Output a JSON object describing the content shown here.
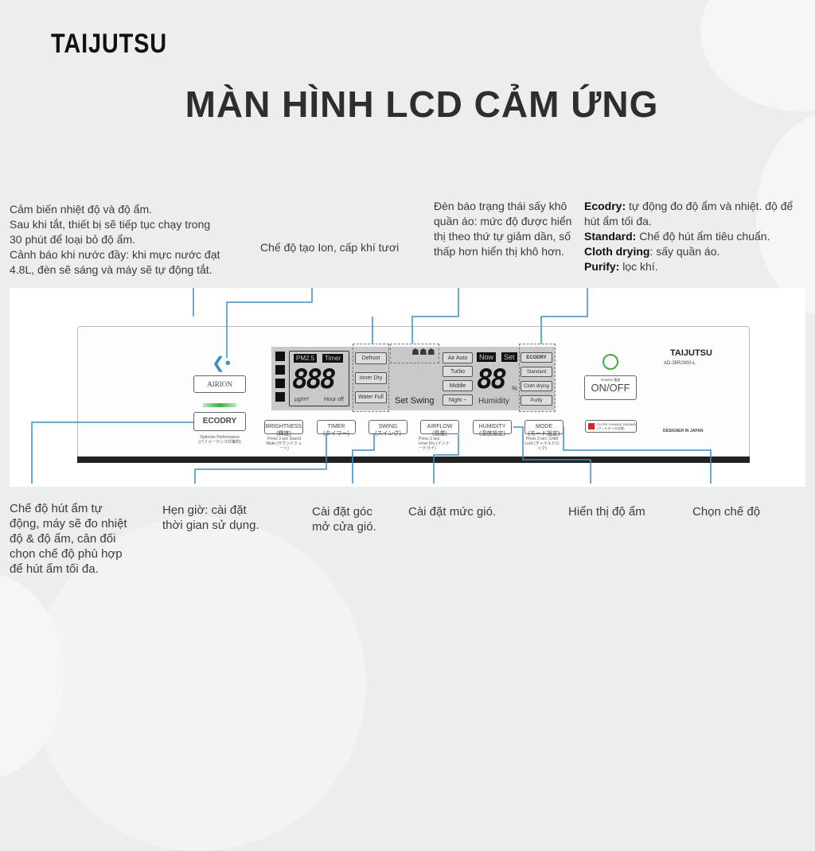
{
  "brand": "TAIJUTSU",
  "title": "MÀN HÌNH LCD CẢM ỨNG",
  "notes_top": {
    "sensor": [
      "Cảm biến nhiệt độ và độ ẩm.",
      "Sau khi tắt, thiết bị sẽ tiếp tục chạy trong",
      "30 phút để loại bỏ độ ẩm.",
      "Cảnh báo khi nước đầy: khi mực nước đạt",
      "4.8L, đèn sẽ sáng và máy sẽ tự động tắt."
    ],
    "ion": "Chế độ tạo Ion, cấp khí tươi",
    "cloth": "Đèn báo trạng thái sấy khô quần áo: mức độ được hiển thị theo thứ tự giảm dần, số thấp hơn hiển thị khô hơn.",
    "modes": [
      {
        "k": "Ecodry:",
        "v": " tự động đo độ ẩm và nhiệt. độ để hút ẩm tối đa."
      },
      {
        "k": "Standard:",
        "v": " Chế độ hút ẩm tiêu chuẩn."
      },
      {
        "k": "Cloth drying",
        "v": ": sấy quần áo."
      },
      {
        "k": "Purify:",
        "v": " lọc khí."
      }
    ]
  },
  "notes_bottom": {
    "ecodry": "Chế độ hút ẩm tự động, máy sẽ đo nhiệt độ & độ ẩm, cân đối chọn chế độ phù hợp để hút ẩm tối đa.",
    "timer": "Hẹn giờ: cài đặt thời gian sử dụng.",
    "swing": "Cài đặt góc mở cửa gió.",
    "airflow": "Cài đặt mức gió.",
    "humidity": "Hiển thị độ ẩm",
    "mode": "Chọn chế độ"
  },
  "device": {
    "airion": "AIRION",
    "ecodry": "ECODRY",
    "optimize": "Optimize Performance",
    "optimize_jp": "(パフォーマンス対策的)",
    "pm": "PM2.5",
    "timer_ind": "Timer",
    "digits": "888",
    "unit": "μg/m³",
    "hour_off": "Hour off",
    "defrost": "Defrost",
    "inner_dry": "Inner Dry",
    "water_full": "Water Full",
    "set_swing": "Set Swing",
    "air_auto": "Air Auto",
    "turbo": "Turbo",
    "middle": "Middle",
    "night": "Night ~",
    "now": "Now",
    "set": "Set",
    "hum_digits": "88",
    "percent": "%",
    "humidity": "Humidity",
    "mode_ecodry": "ECODRY",
    "standard": "Standard",
    "cloth": "Cloth drying",
    "purify": "Purify",
    "buttons": [
      {
        "l": "BRIGHTNESS",
        "j": "(輝度)"
      },
      {
        "l": "TIMER",
        "j": "(タイマー)"
      },
      {
        "l": "SWING",
        "j": "(スイング)"
      },
      {
        "l": "AIRFLOW",
        "j": "(風量)"
      },
      {
        "l": "HUMIDITY",
        "j": "(湿度設定)"
      },
      {
        "l": "MODE",
        "j": "(モード設定)"
      }
    ],
    "hint_brightness": "Press 3 sec Sound Mute (サウンドミュート)",
    "hint_airflow": "Press 3 sec: Inner Dry (インナードライ)",
    "hint_mode": "Press 3 sec: Child Lock (チャイルドロック)",
    "onoff": "ON/OFF",
    "power": "POWER 電源",
    "filter": "FILTER CHANGE REMIND (フィルターの交換)",
    "brand": "TAIJUTSU",
    "model": "AD-35R2900-L",
    "designer": "DESIGNER IN JAPAN"
  },
  "colors": {
    "line": "#3b8fbf",
    "power": "#3cb043"
  }
}
